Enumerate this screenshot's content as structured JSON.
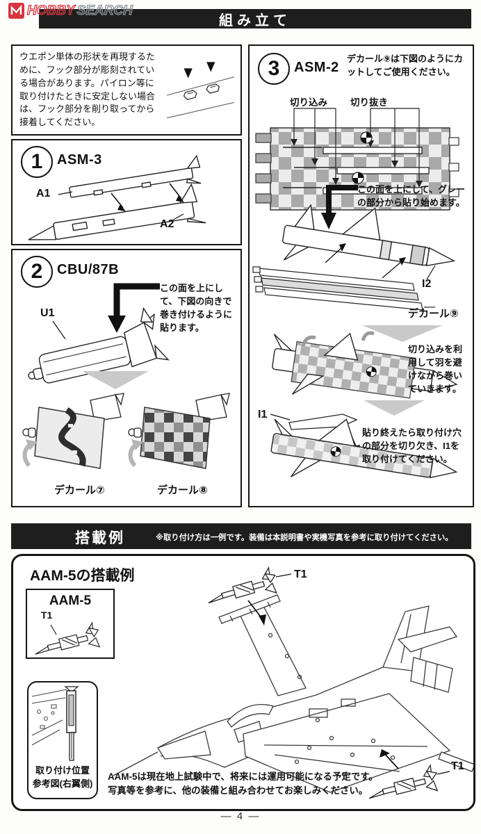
{
  "page": {
    "header_title": "組み立て",
    "page_number_display": "— 4 —",
    "logo": {
      "hobby": "HOBBY",
      "search": "SEARCH"
    }
  },
  "hook_note": {
    "text": "ウエポン単体の形状を再現するために、フック部分が彫刻されている場合があります。パイロン等に取り付けたときに安定しない場合は、フック部分を削り取ってから接着してください。"
  },
  "steps": {
    "step1": {
      "number": "1",
      "title": "ASM-3",
      "label_a1": "A1",
      "label_a2": "A2"
    },
    "step2": {
      "number": "2",
      "title": "CBU/87B",
      "label_u1": "U1",
      "instruction": "この面を上にして、下図の向きで巻き付けるように貼ります。",
      "decal7_label": "デカール⑦",
      "decal8_label": "デカール⑧"
    },
    "step3": {
      "number": "3",
      "title": "ASM-2",
      "cut_instruction": "デカール⑨は下図のようにカットしてご使用ください。",
      "label_kirikomi": "切り込み",
      "label_kirinuki": "切り抜き",
      "instruction_gray": "この面を上にして、グレーの部分から貼り始めます。",
      "label_i2": "I2",
      "decal9_label": "デカール⑨",
      "instruction_wrap": "切り込みを利用して羽を避けながら巻いていきます。",
      "label_i1": "I1",
      "instruction_finish": "貼り終えたら取り付け穴の部分を切り欠き、I1を取り付けてください。"
    }
  },
  "mount": {
    "bar_title": "搭載例",
    "bar_note": "※取り付け方は一例です。装備は本説明書や実機写真を参考に取り付けてください。",
    "aam5": {
      "title": "AAM-5の搭載例",
      "part_box_title": "AAM-5",
      "part_box_label": "T1",
      "t1_top_label": "T1",
      "t1_bottom_label": "T1",
      "ref_caption_line1": "取り付け位置",
      "ref_caption_line2": "参考図(右翼側)",
      "note_line1": "AAM-5は現在地上試験中で、将来には運用可能になる予定です。",
      "note_line2": "写真等を参考に、他の装備と組み合わせてお楽しみください。"
    }
  },
  "colors": {
    "bar_black": "#1e1e1e",
    "logo_red": "#d6353f",
    "gray_chevron": "#c9c9c9",
    "decal_dark": "#454545",
    "decal_mid": "#a9a9a9",
    "decal_light": "#ececec"
  }
}
